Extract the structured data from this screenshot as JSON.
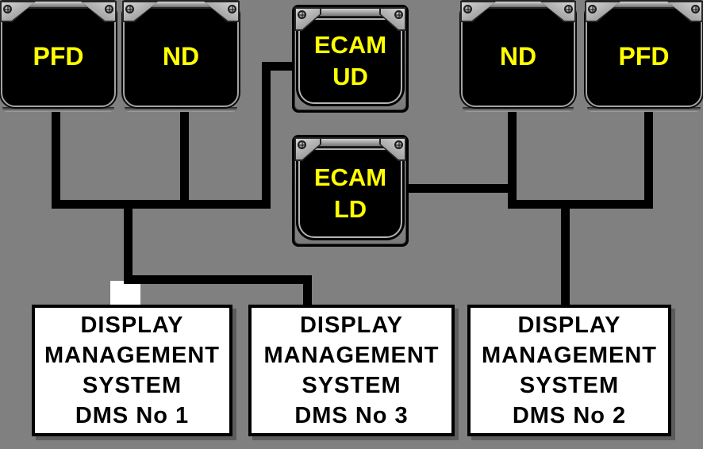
{
  "colors": {
    "background": "#808080",
    "wire": "#000000",
    "display_label": "#ffff00",
    "bezel_metal": "#8f8f8f",
    "screen": "#000000",
    "dms_background": "#ffffff",
    "dms_border": "#000000",
    "dms_text": "#000000",
    "patch": "#ffffff"
  },
  "icons": {
    "screw": "phillips-screw-icon"
  },
  "displays": {
    "pfd_left": {
      "lines": [
        "PFD"
      ]
    },
    "nd_left": {
      "lines": [
        "ND"
      ]
    },
    "ecam_ud": {
      "lines": [
        "ECAM",
        "UD"
      ]
    },
    "ecam_ld": {
      "lines": [
        "ECAM",
        "LD"
      ]
    },
    "nd_right": {
      "lines": [
        "ND"
      ]
    },
    "pfd_right": {
      "lines": [
        "PFD"
      ]
    }
  },
  "dms_boxes": [
    {
      "lines": [
        "DISPLAY",
        "MANAGEMENT",
        "SYSTEM",
        "DMS No 1"
      ]
    },
    {
      "lines": [
        "DISPLAY",
        "MANAGEMENT",
        "SYSTEM",
        "DMS No 3"
      ]
    },
    {
      "lines": [
        "DISPLAY",
        "MANAGEMENT",
        "SYSTEM",
        "DMS No 2"
      ]
    }
  ]
}
